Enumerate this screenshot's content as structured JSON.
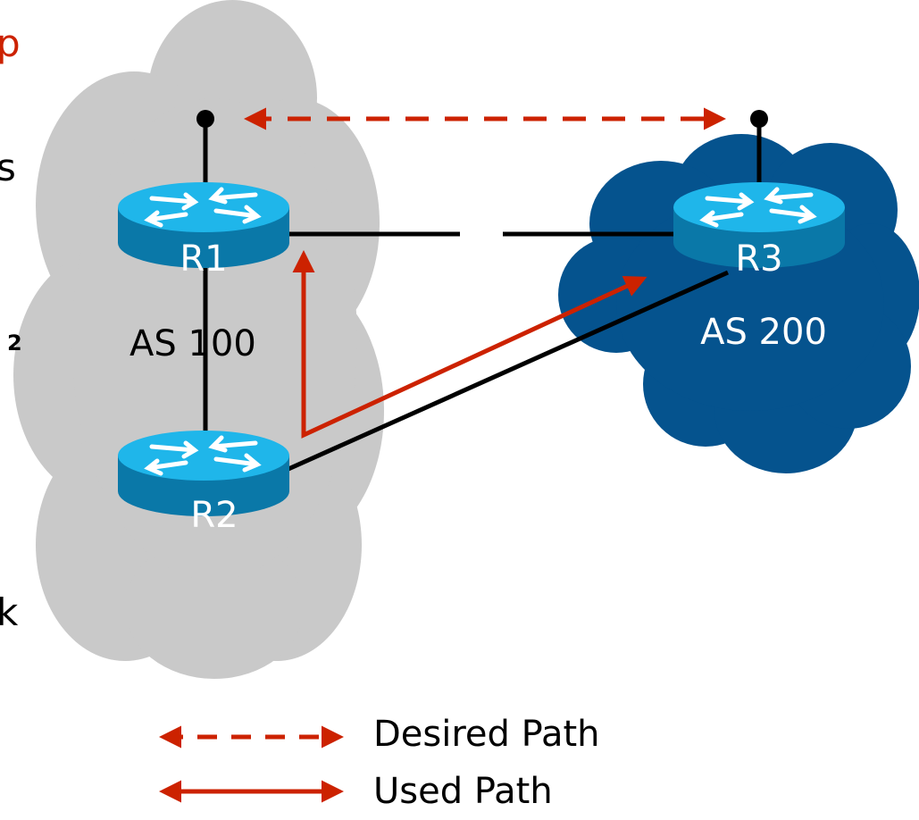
{
  "edge_text": {
    "top_left_fragment": "p",
    "s_fragment": "s",
    "superscript_fragment": "2",
    "k_fragment": "k"
  },
  "routers": {
    "r1_label": "R1",
    "r2_label": "R2",
    "r3_label": "R3"
  },
  "clouds": {
    "as100_label": "AS 100",
    "as200_label": "AS 200"
  },
  "legend": {
    "desired_label": "Desired Path",
    "used_label": "Used Path"
  },
  "colors": {
    "path_red": "#cc2200",
    "as100_cloud": "#c9c9c9",
    "as200_cloud": "#05538e",
    "router_top": "#1fb6ea",
    "router_side": "#0a78a8",
    "link": "#000000"
  },
  "icons": {
    "router": "router-icon",
    "arrowhead": "arrowhead-icon"
  }
}
